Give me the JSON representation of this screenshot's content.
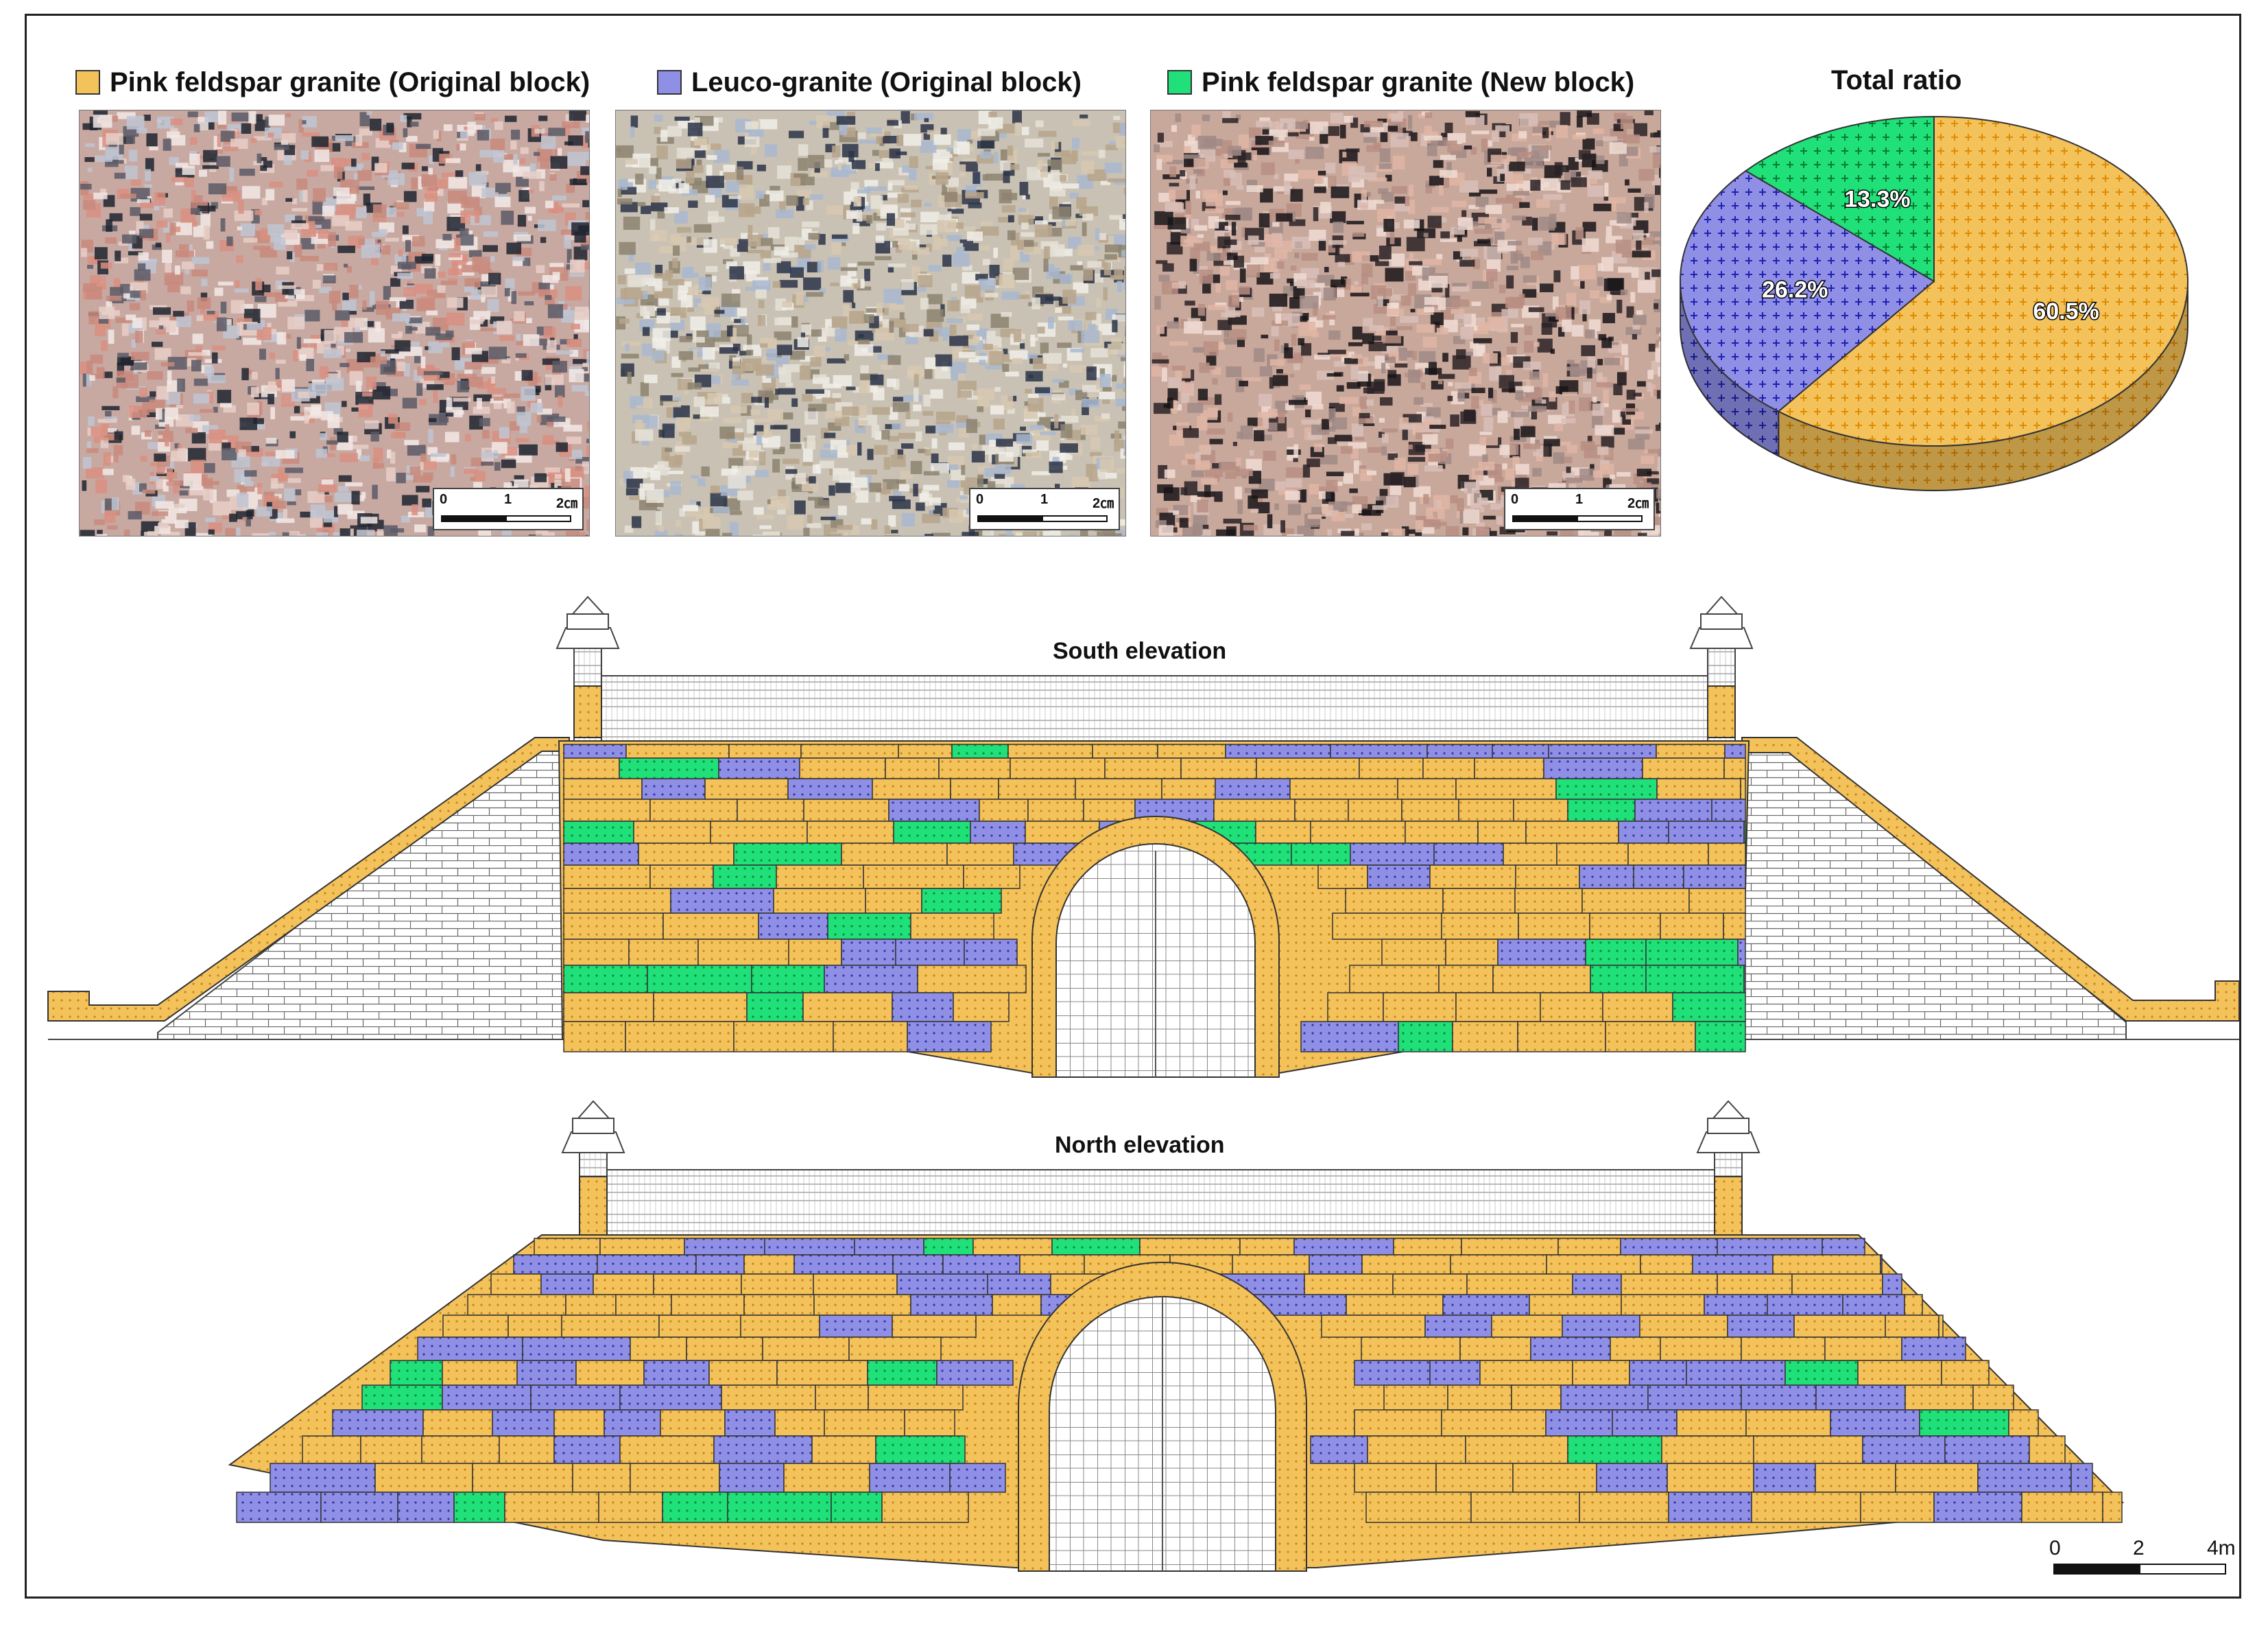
{
  "legend": [
    {
      "label": "Pink feldspar granite (Original block)",
      "color": "#f4c25b",
      "pattern": "dots"
    },
    {
      "label": "Leuco-granite (Original block)",
      "color": "#8f8fe6",
      "pattern": "dots"
    },
    {
      "label": "Pink feldspar granite (New block)",
      "color": "#20e07a",
      "pattern": "dots"
    }
  ],
  "photos": [
    {
      "scale_labels": [
        "0",
        "1",
        "2㎝"
      ]
    },
    {
      "scale_labels": [
        "0",
        "1",
        "2㎝"
      ]
    },
    {
      "scale_labels": [
        "0",
        "1",
        "2㎝"
      ]
    }
  ],
  "pie": {
    "title": "Total ratio",
    "slices": [
      {
        "label": "60.5%",
        "value": 60.5,
        "color": "#f4c25b"
      },
      {
        "label": "26.2%",
        "value": 26.2,
        "color": "#8f8fe6"
      },
      {
        "label": "13.3%",
        "value": 13.3,
        "color": "#20e07a"
      }
    ]
  },
  "elevations": {
    "south_title": "South elevation",
    "north_title": "North elevation"
  },
  "map_scale": {
    "labels": [
      "0",
      "2",
      "4m"
    ]
  }
}
